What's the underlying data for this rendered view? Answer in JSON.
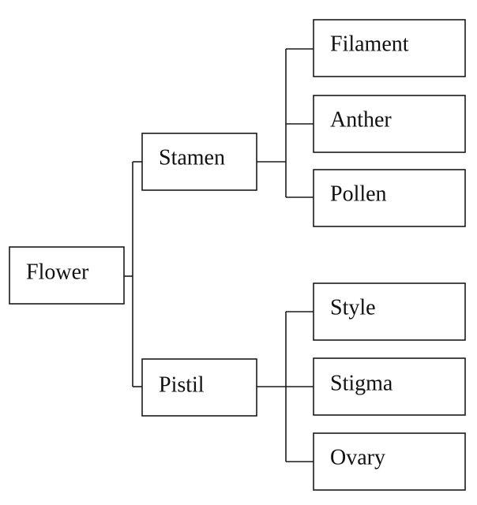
{
  "diagram": {
    "type": "tree",
    "root": {
      "label": "Flower",
      "children": [
        {
          "label": "Stamen",
          "children": [
            {
              "label": "Filament"
            },
            {
              "label": "Anther"
            },
            {
              "label": "Pollen"
            }
          ]
        },
        {
          "label": "Pistil",
          "children": [
            {
              "label": "Style"
            },
            {
              "label": "Stigma"
            },
            {
              "label": "Ovary"
            }
          ]
        }
      ]
    }
  },
  "colors": {
    "stroke": "#1a1a1a",
    "text": "#111111",
    "background": "#ffffff"
  }
}
